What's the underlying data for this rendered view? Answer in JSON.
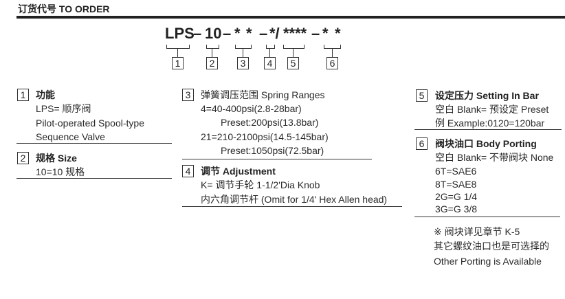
{
  "header": {
    "title": "订货代号 TO ORDER"
  },
  "code": {
    "parts": [
      "LPS",
      "–",
      "10",
      "–",
      "*",
      "*",
      "–",
      "*/",
      "****",
      "–",
      "*",
      "*"
    ],
    "numbers": [
      "1",
      "2",
      "3",
      "4",
      "5",
      "6"
    ]
  },
  "sections": [
    {
      "num": "1",
      "title": "功能",
      "lines": [
        "LPS= 顺序阀",
        "Pilot-operated Spool-type",
        "Sequence Valve"
      ]
    },
    {
      "num": "2",
      "title": "规格 Size",
      "lines": [
        "10=10 规格"
      ]
    },
    {
      "num": "3",
      "title": "弹簧调压范围 Spring Ranges",
      "lines": [
        "4=40-400psi(2.8-28bar)",
        "Preset:200psi(13.8bar)",
        "21=210-2100psi(14.5-145bar)",
        "Preset:1050psi(72.5bar)"
      ]
    },
    {
      "num": "4",
      "title": "调节 Adjustment",
      "lines": [
        "K= 调节手轮 1-1/2'Dia Knob",
        "内六角调节杆 (Omit for 1/4' Hex Allen head)"
      ]
    },
    {
      "num": "5",
      "title": "设定压力 Setting In Bar",
      "lines": [
        "空白 Blank= 预设定 Preset",
        "例 Example:0120=120bar"
      ]
    },
    {
      "num": "6",
      "title": "阀块油口 Body Porting",
      "lines": [
        "空白 Blank= 不带阀块 None",
        "6T=SAE6",
        "8T=SAE8",
        "2G=G 1/4",
        "3G=G 3/8"
      ]
    }
  ],
  "notes": [
    "※ 阀块详见章节 K-5",
    "其它螺纹油口也是可选择的",
    "Other Porting is Available"
  ]
}
